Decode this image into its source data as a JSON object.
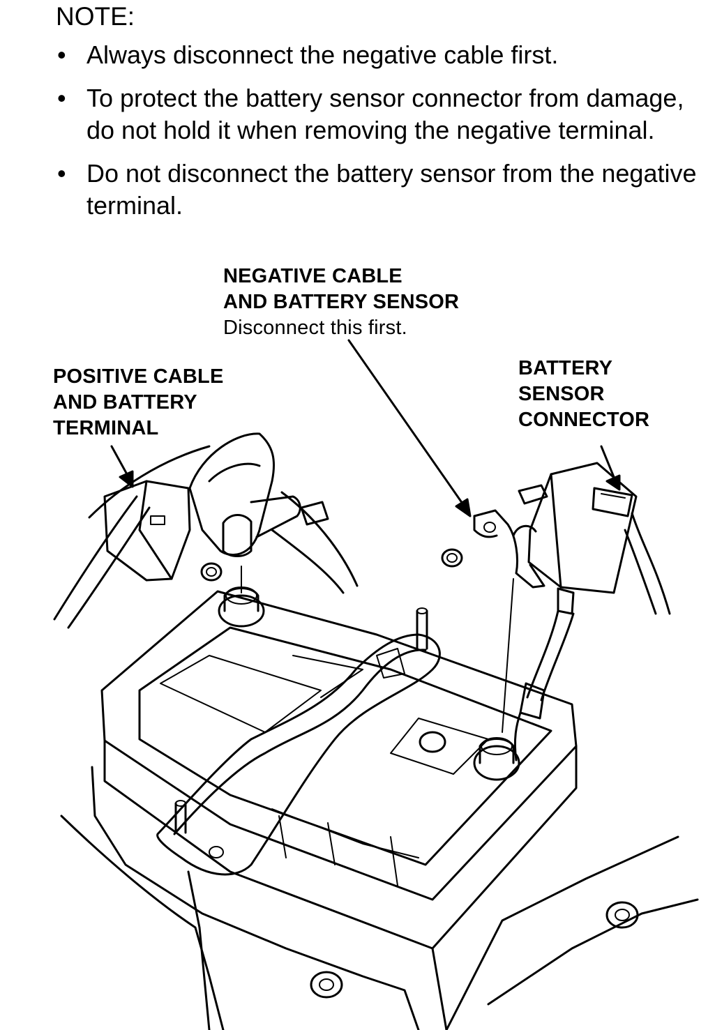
{
  "note": {
    "title": "NOTE:",
    "bullet": "•",
    "items": [
      "Always disconnect the negative cable first.",
      "To protect the battery sensor connector from damage, do not hold it when removing the negative terminal.",
      "Do not disconnect the battery sensor from the negative terminal."
    ]
  },
  "labels": {
    "negative": {
      "line1": "NEGATIVE CABLE",
      "line2": "AND BATTERY SENSOR",
      "sub": "Disconnect this first."
    },
    "positive": {
      "line1": "POSITIVE CABLE",
      "line2": "AND BATTERY",
      "line3": "TERMINAL"
    },
    "connector": {
      "line1": "BATTERY",
      "line2": "SENSOR",
      "line3": "CONNECTOR"
    }
  }
}
